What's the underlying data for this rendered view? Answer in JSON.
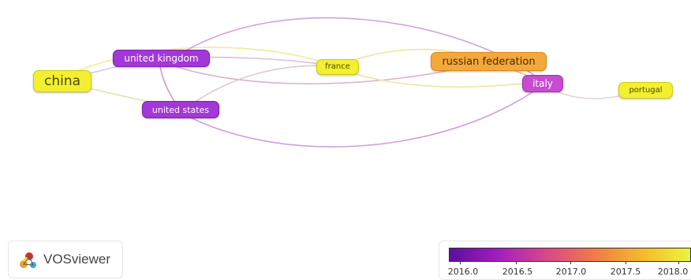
{
  "network": {
    "nodes": [
      {
        "id": "china",
        "label": "china",
        "color": "yellow"
      },
      {
        "id": "uk",
        "label": "united kingdom",
        "color": "purple"
      },
      {
        "id": "us",
        "label": "united states",
        "color": "purple"
      },
      {
        "id": "france",
        "label": "france",
        "color": "yellow"
      },
      {
        "id": "russia",
        "label": "russian federation",
        "color": "orange"
      },
      {
        "id": "italy",
        "label": "italy",
        "color": "magenta"
      },
      {
        "id": "portugal",
        "label": "portugal",
        "color": "yellow"
      }
    ],
    "edges": [
      [
        "china",
        "uk"
      ],
      [
        "china",
        "us"
      ],
      [
        "china",
        "france"
      ],
      [
        "uk",
        "us"
      ],
      [
        "uk",
        "france"
      ],
      [
        "uk",
        "italy"
      ],
      [
        "uk",
        "russia"
      ],
      [
        "us",
        "france"
      ],
      [
        "us",
        "italy"
      ],
      [
        "france",
        "russia"
      ],
      [
        "france",
        "italy"
      ],
      [
        "russia",
        "italy"
      ],
      [
        "italy",
        "portugal"
      ]
    ]
  },
  "logo": {
    "text": "VOSviewer",
    "icon": "vosviewer-logo-icon"
  },
  "legend": {
    "ticks": [
      "2016.0",
      "2016.5",
      "2017.0",
      "2017.5",
      "2018.0"
    ],
    "colors": [
      "#5b0f9e",
      "#a21dbf",
      "#d9468a",
      "#f07a47",
      "#f5ba2c",
      "#eef43a"
    ]
  }
}
